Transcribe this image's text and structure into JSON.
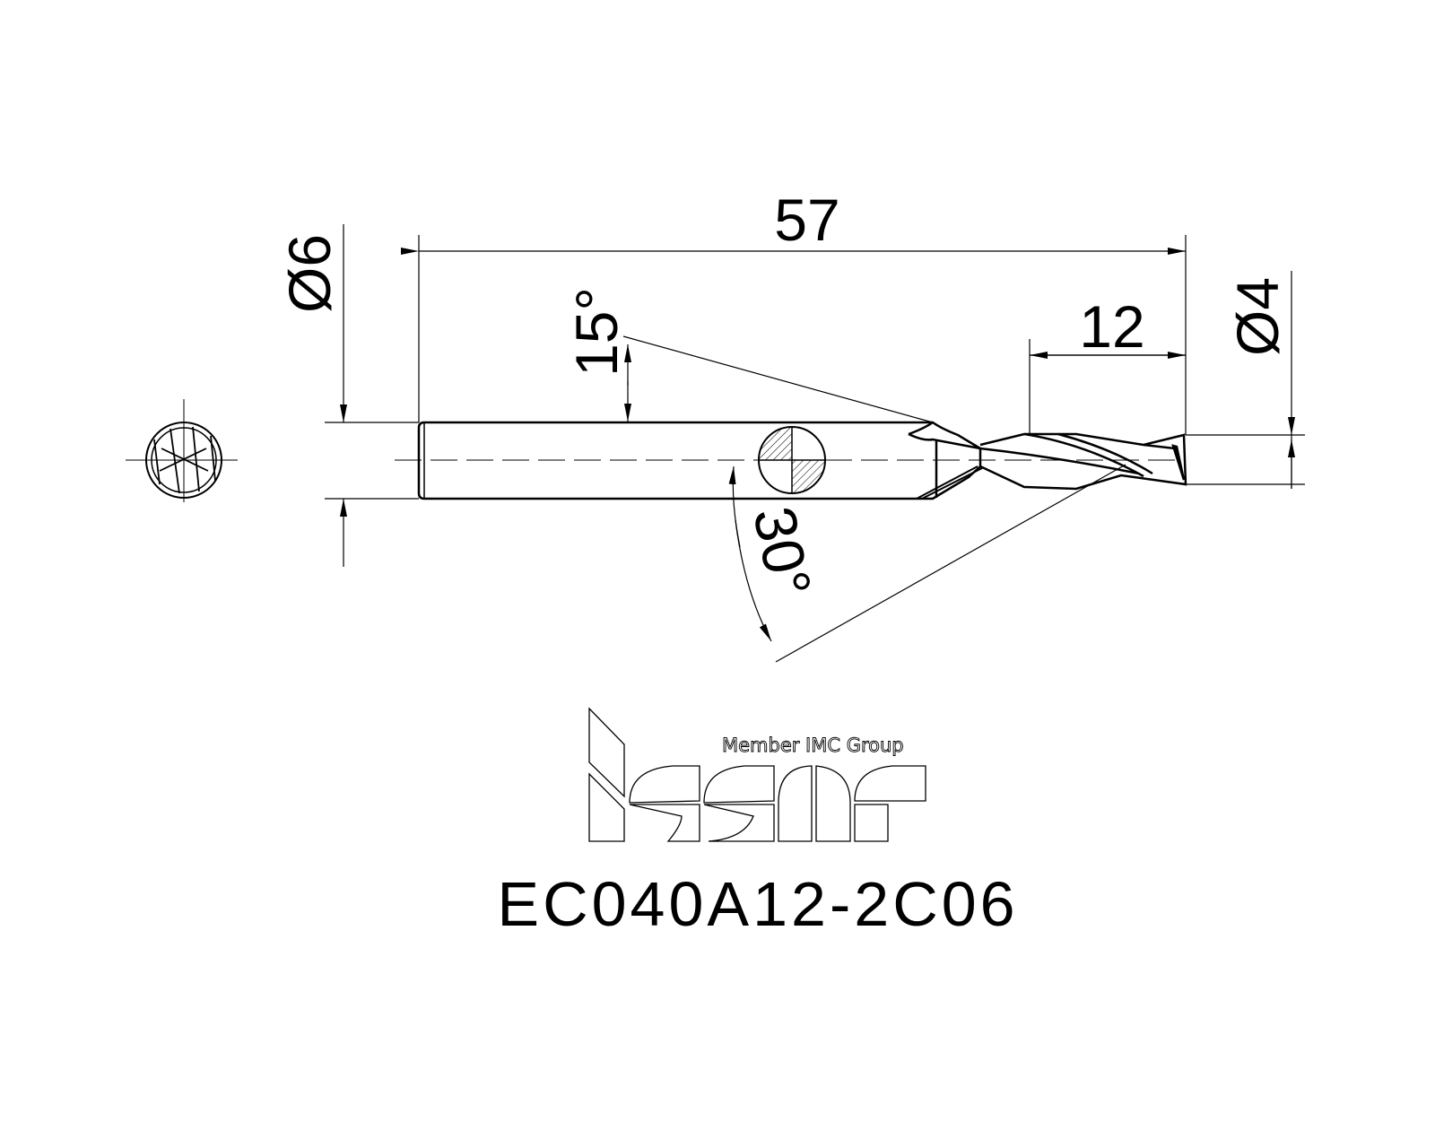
{
  "drawing": {
    "dimensions": {
      "overall_length": "57",
      "flute_length": "12",
      "shank_diameter": "Ø6",
      "cutting_diameter": "Ø4",
      "angle_upper": "15°",
      "angle_lower": "30°"
    },
    "logo": {
      "brand": "iscar",
      "tagline": "Member IMC Group"
    },
    "part_number": "EC040A12-2C06",
    "colors": {
      "line": "#000000",
      "background": "#ffffff"
    }
  }
}
